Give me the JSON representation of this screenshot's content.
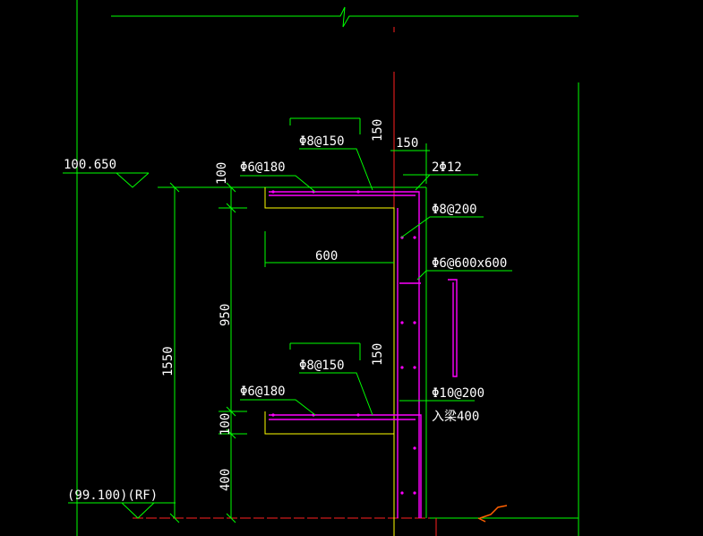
{
  "colors": {
    "background": "#000000",
    "dimension": "#00ff00",
    "concrete": "#ffff00",
    "rebar": "#ff00ff",
    "axis": "#ff2020",
    "white": "#ffffff",
    "break_mark": "#ff6000"
  },
  "elevations": {
    "top": "100.650",
    "bottom": "(99.100)(RF)"
  },
  "dimensions": {
    "overall_height": "1550",
    "upper_slab_thickness": "100",
    "middle_gap": "950",
    "lower_slab_thickness": "100",
    "base_height": "400",
    "cantilever_width": "600",
    "wall_thickness": "150",
    "hook_top": "150",
    "hook_bottom": "150"
  },
  "rebar_labels": {
    "top_slab_top": "Φ8@150",
    "top_slab_bottom": "Φ6@180",
    "corner_bars": "2Φ12",
    "wall_vertical": "Φ8@200",
    "wall_tie": "Φ6@600x600",
    "low_slab_top": "Φ8@150",
    "low_slab_bottom": "Φ6@180",
    "anchor": "Φ10@200",
    "anchor_note": "入梁400"
  }
}
